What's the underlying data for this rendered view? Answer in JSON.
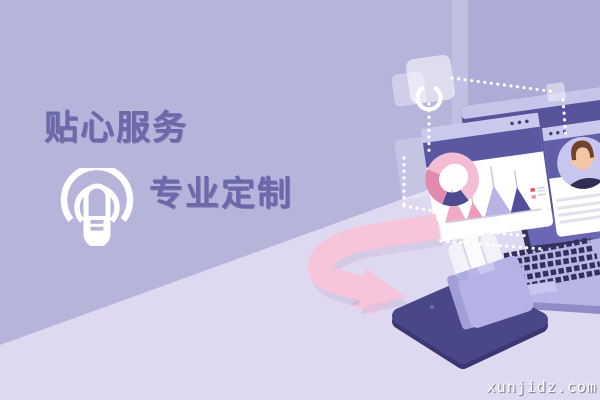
{
  "banner": {
    "slogan_primary": "贴心服务",
    "slogan_secondary": "专业定制"
  },
  "watermark": {
    "text": "xunjidz.com"
  },
  "colors": {
    "wall": "#b7b4dc",
    "wall_strip": "#c2bfe4",
    "wall_side": "#aeabd6",
    "floor": "#ded9f0",
    "slogan_text": "#6b69a9",
    "window_dark": "#57549b",
    "window_titlebar": "#cbc8ee",
    "accent_pink_light": "#f3bed4",
    "accent_pink_rose": "#e289b0",
    "accent_indigo": "#4d4a92",
    "arrow_pink": "#f6c5d9",
    "card_white": "#ffffff",
    "legend_red": "#e05762"
  },
  "icons": {
    "touch": "touch-press-icon",
    "spinner": "loading-spinner-icon",
    "menu_dots": "window-menu-dots-icon",
    "donut": "donut-chart-icon",
    "area_chart": "area-chart-icon",
    "avatar": "user-avatar-icon",
    "laptop": "laptop-illustration",
    "tablet": "tablet-illustration",
    "folder": "documents-folder-icon",
    "arrow": "transfer-arrow-icon"
  }
}
